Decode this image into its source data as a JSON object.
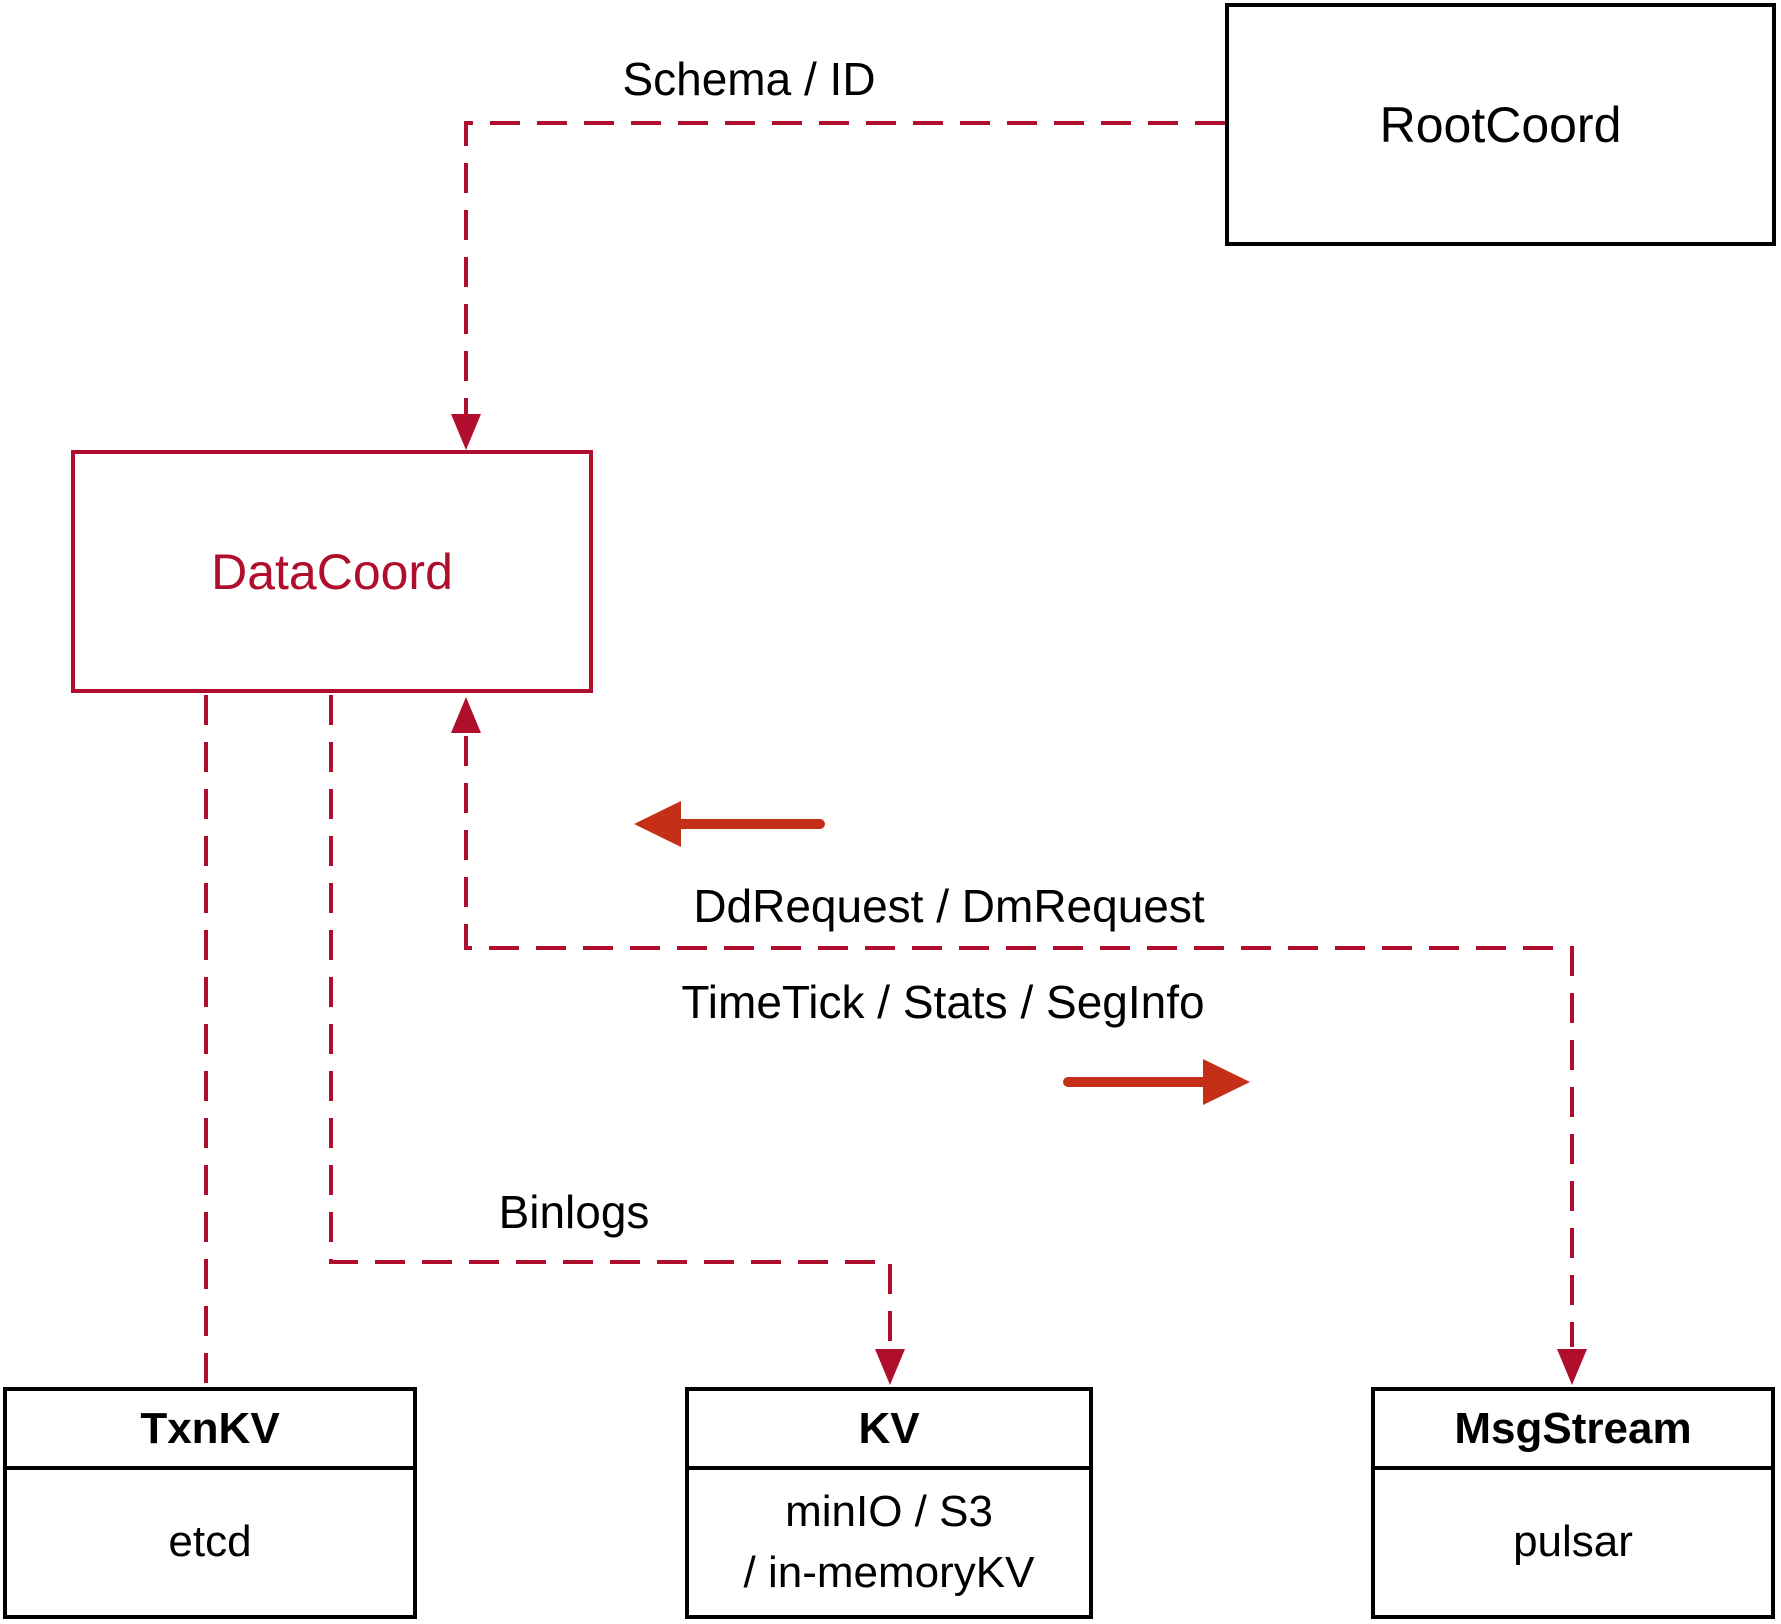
{
  "diagram": {
    "nodes": {
      "rootcoord": {
        "label": "RootCoord"
      },
      "datacoord": {
        "label": "DataCoord"
      },
      "txnkv": {
        "title": "TxnKV",
        "subtitle": "etcd"
      },
      "kv": {
        "title": "KV",
        "subtitle_line1": "minIO / S3",
        "subtitle_line2": "/ in-memoryKV"
      },
      "msgstream": {
        "title": "MsgStream",
        "subtitle": "pulsar"
      }
    },
    "edge_labels": {
      "schema": "Schema / ID",
      "ddrequest": "DdRequest / DmRequest",
      "timetick": "TimeTick / Stats / SegInfo",
      "binlogs": "Binlogs"
    },
    "colors": {
      "dashed_line_crimson": "#B00E2D",
      "solid_arrow_vermillion": "#C62F17",
      "box_border_black": "#000000",
      "datacoord_red": "#B00E2D",
      "background": "#FFFFFF"
    }
  }
}
